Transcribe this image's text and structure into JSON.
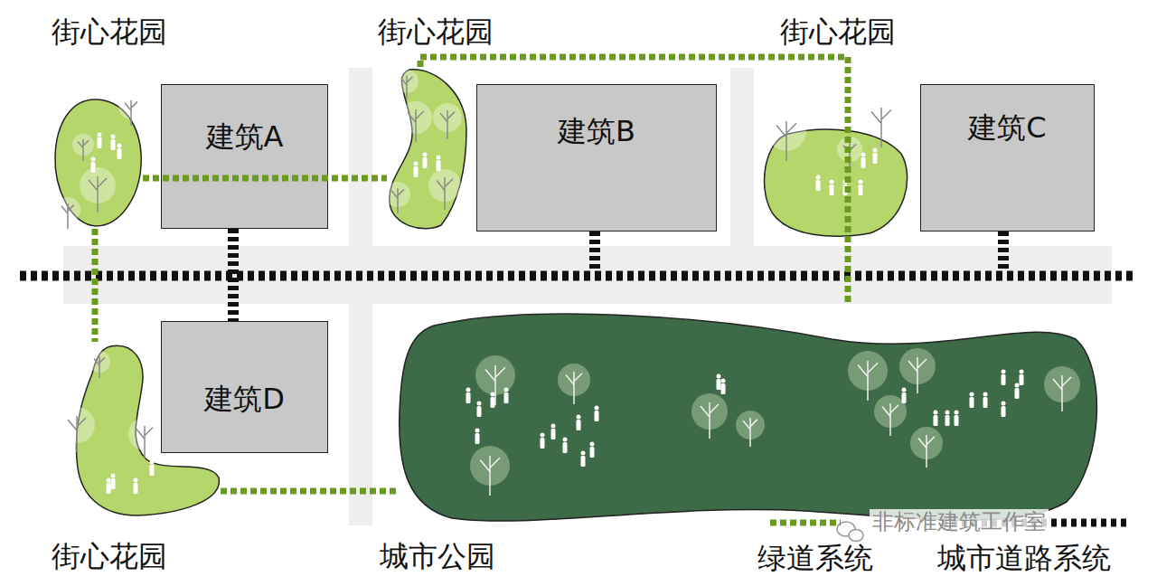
{
  "diagram": {
    "nodes": [
      {
        "text": [
          "街心花园"
        ]
      },
      {
        "text": [
          "建筑A"
        ]
      },
      {
        "text": [
          "街心花园"
        ]
      },
      {
        "text": [
          "建筑B"
        ]
      },
      {
        "text": [
          "街心花园"
        ]
      },
      {
        "text": [
          "建筑C"
        ]
      },
      {
        "text": [
          "街心花园"
        ]
      },
      {
        "text": [
          "建筑D"
        ]
      },
      {
        "text": [
          "城市公园"
        ]
      }
    ],
    "edges": [
      {
        "from": 0,
        "to": 2,
        "arrow": "none"
      },
      {
        "from": 0,
        "to": 6,
        "arrow": "none"
      },
      {
        "from": 6,
        "to": 8,
        "arrow": "none"
      },
      {
        "from": 2,
        "to": 4,
        "arrow": "none"
      },
      {
        "from": 4,
        "to": 8,
        "arrow": "none"
      },
      {
        "from": 1,
        "to": 7,
        "arrow": "none"
      }
    ],
    "labels": [
      "非标准建筑工作室"
    ],
    "legend": [
      {
        "text": "绿道系统"
      },
      {
        "text": "城市道路系统"
      }
    ]
  }
}
